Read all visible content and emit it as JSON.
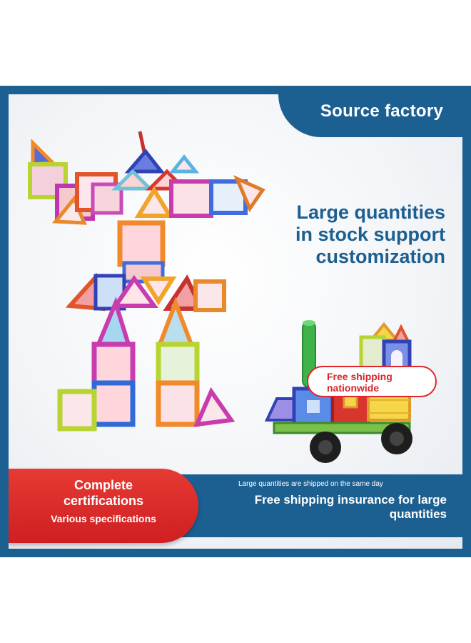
{
  "header": {
    "title": "Source factory"
  },
  "headline": {
    "lines": [
      "Large quantities",
      "in stock support",
      "customization"
    ]
  },
  "shipping_badge": {
    "lines": [
      "Free shipping",
      "nationwide"
    ]
  },
  "certifications": {
    "title_lines": [
      "Complete",
      "certifications"
    ],
    "subtitle": "Various specifications"
  },
  "bottom_bar": {
    "small_text": "Large quantities are shipped on the same day",
    "big_text": "Free shipping insurance for large quantities"
  },
  "colors": {
    "brand_blue": "#1c5f91",
    "accent_red": "#d9232a",
    "white": "#ffffff"
  },
  "images": [
    "magnetic-tile-robot",
    "magnetic-tile-train"
  ]
}
